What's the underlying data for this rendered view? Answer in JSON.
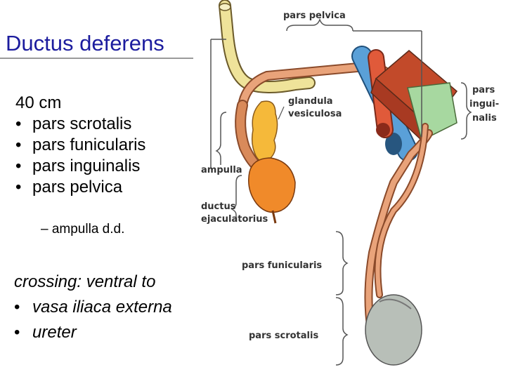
{
  "title": "Ductus deferens",
  "bullets": {
    "length": "40 cm",
    "parts": [
      "pars scrotalis",
      "pars funicularis",
      "pars inguinalis",
      "pars pelvica"
    ],
    "sub": "– ampulla d.d."
  },
  "crossing": {
    "heading": "crossing: ventral to",
    "items": [
      "vasa iliaca externa",
      "ureter"
    ]
  },
  "diagram_labels": {
    "pars_pelvica": "pars pelvica",
    "glandula_1": "glandula",
    "glandula_2": "vesiculosa",
    "pars_inguinalis_1": "pars",
    "pars_inguinalis_2": "ingui-",
    "pars_inguinalis_3": "nalis",
    "ampulla": "ampulla",
    "ductus_1": "ductus",
    "ductus_2": "ejaculatorius",
    "pars_funicularis": "pars funicularis",
    "pars_scrotalis": "pars scrotalis"
  },
  "colors": {
    "title": "#1c1c9e",
    "vas": "#e9a37a",
    "ureter": "#efe39a",
    "seminal_vesicle": "#f5b93a",
    "prostate": "#f08a2a",
    "inguinal_box": "#a7d8a0",
    "artery": "#e05a3a",
    "vein": "#5aa0d8",
    "testis": "#b8bfb8"
  }
}
